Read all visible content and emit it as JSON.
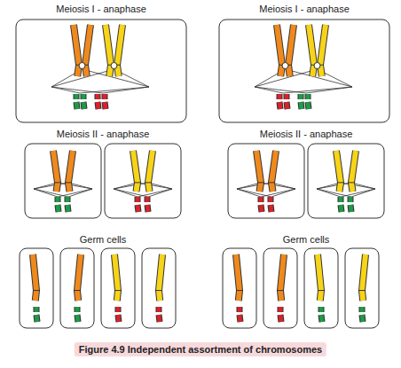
{
  "diagram": {
    "caption": "Figure 4.9 Independent assortment of chromosomes",
    "labels": [
      "Meiosis I - anaphase",
      "Meiosis I - anaphase",
      "Meiosis II - anaphase",
      "Meiosis II - anaphase",
      "Germ cells",
      "Germ cells"
    ]
  }
}
